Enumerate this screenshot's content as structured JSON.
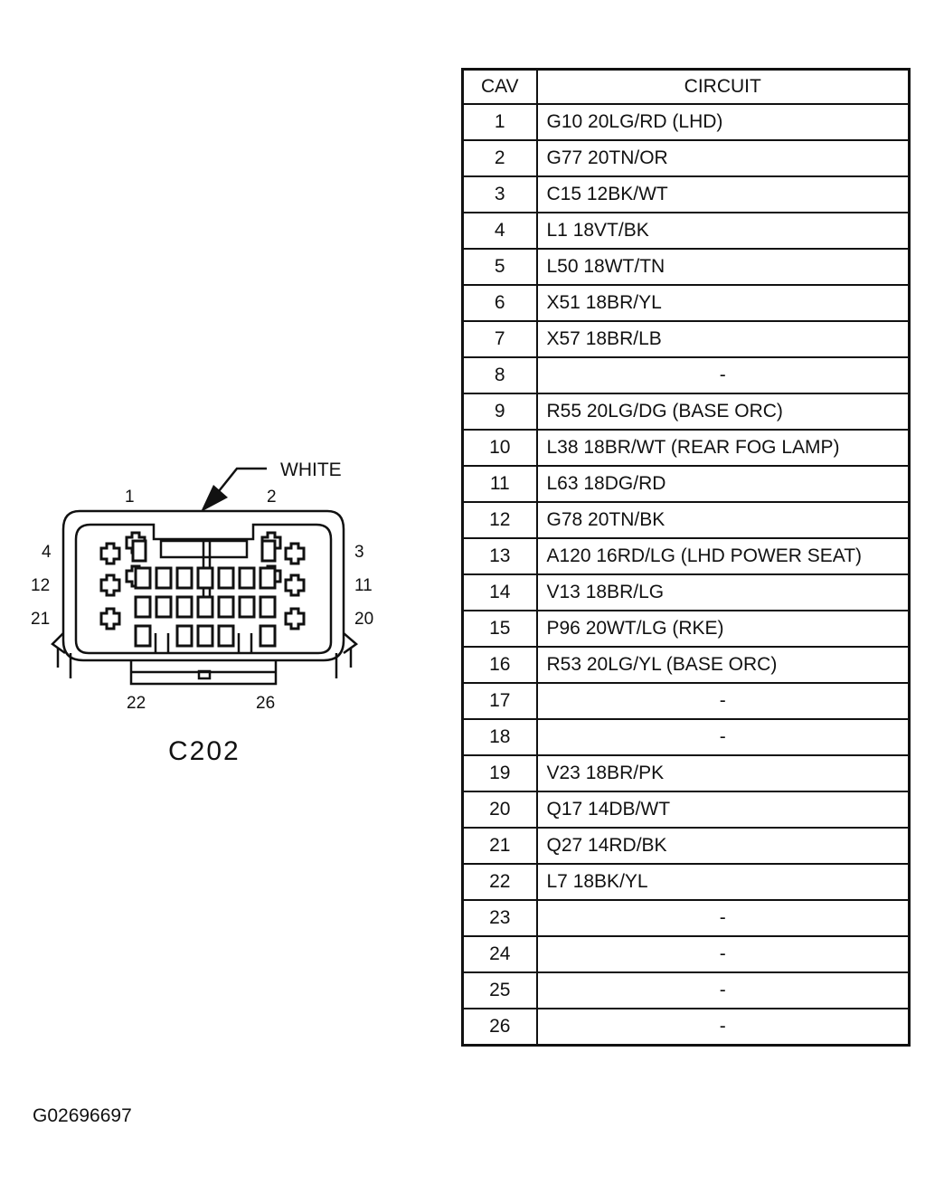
{
  "connector": {
    "name": "C202",
    "housing_color": "WHITE",
    "pin_labels": {
      "top_left": "1",
      "top_right": "2",
      "left": [
        "4",
        "12",
        "21"
      ],
      "right": [
        "3",
        "11",
        "20"
      ],
      "bottom_left": "22",
      "bottom_right": "26"
    }
  },
  "table": {
    "headers": {
      "cav": "CAV",
      "circuit": "CIRCUIT"
    },
    "rows": [
      {
        "cav": "1",
        "circuit": "G10 20LG/RD (LHD)"
      },
      {
        "cav": "2",
        "circuit": "G77 20TN/OR"
      },
      {
        "cav": "3",
        "circuit": "C15 12BK/WT"
      },
      {
        "cav": "4",
        "circuit": "L1 18VT/BK"
      },
      {
        "cav": "5",
        "circuit": "L50 18WT/TN"
      },
      {
        "cav": "6",
        "circuit": "X51 18BR/YL"
      },
      {
        "cav": "7",
        "circuit": "X57 18BR/LB"
      },
      {
        "cav": "8",
        "circuit": "-"
      },
      {
        "cav": "9",
        "circuit": "R55 20LG/DG (BASE ORC)"
      },
      {
        "cav": "10",
        "circuit": "L38 18BR/WT (REAR FOG LAMP)"
      },
      {
        "cav": "11",
        "circuit": "L63 18DG/RD"
      },
      {
        "cav": "12",
        "circuit": "G78 20TN/BK"
      },
      {
        "cav": "13",
        "circuit": "A120 16RD/LG (LHD POWER SEAT)"
      },
      {
        "cav": "14",
        "circuit": "V13 18BR/LG"
      },
      {
        "cav": "15",
        "circuit": "P96 20WT/LG (RKE)"
      },
      {
        "cav": "16",
        "circuit": "R53 20LG/YL (BASE ORC)"
      },
      {
        "cav": "17",
        "circuit": "-"
      },
      {
        "cav": "18",
        "circuit": "-"
      },
      {
        "cav": "19",
        "circuit": "V23 18BR/PK"
      },
      {
        "cav": "20",
        "circuit": "Q17 14DB/WT"
      },
      {
        "cav": "21",
        "circuit": "Q27 14RD/BK"
      },
      {
        "cav": "22",
        "circuit": "L7 18BK/YL"
      },
      {
        "cav": "23",
        "circuit": "-"
      },
      {
        "cav": "24",
        "circuit": "-"
      },
      {
        "cav": "25",
        "circuit": "-"
      },
      {
        "cav": "26",
        "circuit": "-"
      }
    ]
  },
  "figure_id": "G02696697"
}
